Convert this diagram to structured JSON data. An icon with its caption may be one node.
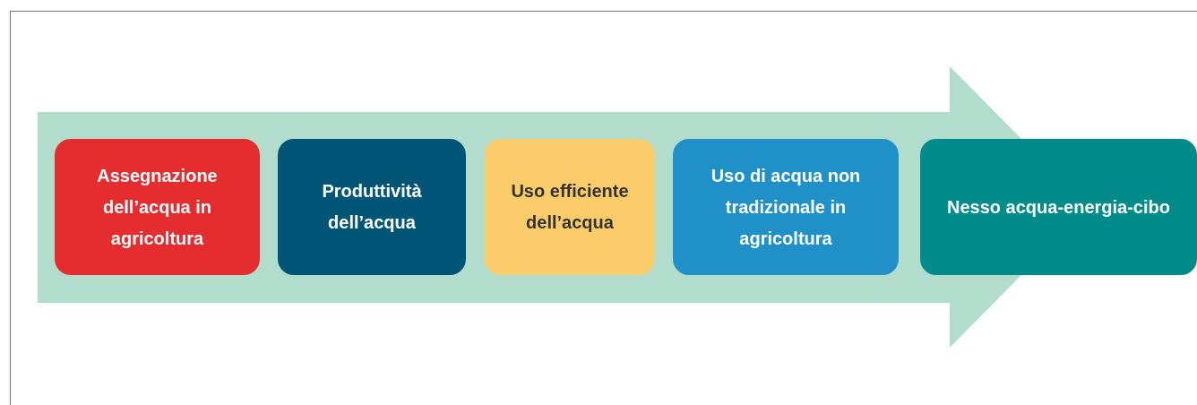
{
  "diagram": {
    "nodes": [
      {
        "text": [
          "Assegnazione dell’acqua in agricoltura"
        ]
      },
      {
        "text": [
          "Produttività dell’acqua"
        ]
      },
      {
        "text": [
          "Uso efficiente dell’acqua"
        ]
      },
      {
        "text": [
          "Uso di acqua non tradizionale in agricoltura"
        ]
      },
      {
        "text": [
          "Nesso acqua-energia-cibo"
        ]
      }
    ],
    "edges": []
  }
}
